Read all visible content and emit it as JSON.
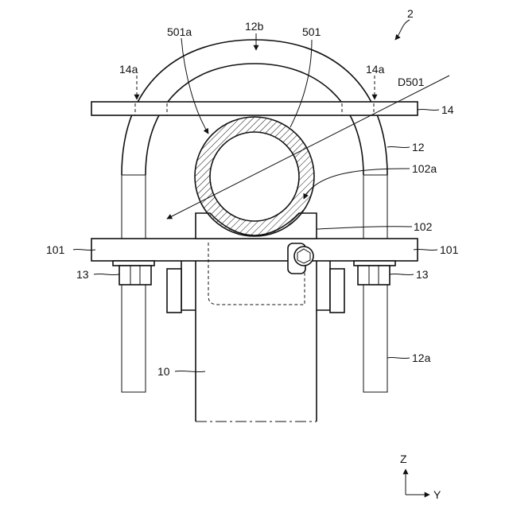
{
  "figure_number": "2",
  "labels": {
    "ubolt_top": "12b",
    "pipe_wall": "501a",
    "pipe": "501",
    "notch_left": "14a",
    "notch_right": "14a",
    "diameter": "D501",
    "crossbar": "14",
    "ubolt": "12",
    "seat_surface": "102a",
    "seat": "102",
    "flange_left": "101",
    "flange_right": "101",
    "nut_left": "13",
    "nut_right": "13",
    "thread": "12a",
    "post": "10"
  },
  "axes": {
    "vertical": "Z",
    "horizontal": "Y"
  },
  "colors": {
    "ink": "#111111",
    "background": "#ffffff"
  }
}
